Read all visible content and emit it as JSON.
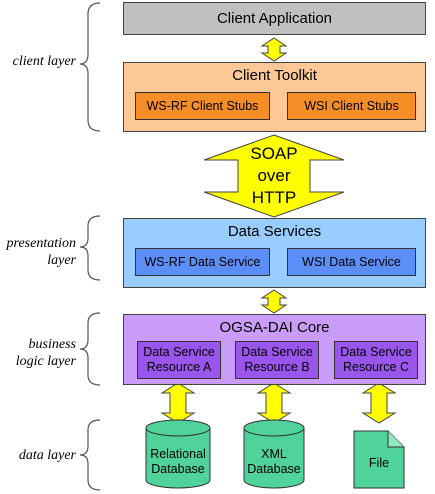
{
  "layers": {
    "client": "client layer",
    "presentation": "presentation\nlayer",
    "business": "business\nlogic layer",
    "data": "data layer"
  },
  "client_app": {
    "title": "Client Application"
  },
  "toolkit": {
    "title": "Client Toolkit",
    "stubs": [
      "WS-RF Client Stubs",
      "WSI Client Stubs"
    ]
  },
  "soap": {
    "lines": [
      "SOAP",
      "over",
      "HTTP"
    ]
  },
  "data_services": {
    "title": "Data Services",
    "items": [
      "WS-RF Data Service",
      "WSI Data Service"
    ]
  },
  "core": {
    "title": "OGSA-DAI Core",
    "resources": [
      "Data Service\nResource A",
      "Data Service\nResource B",
      "Data Service\nResource C"
    ]
  },
  "stores": {
    "relational": "Relational\nDatabase",
    "xml": "XML\nDatabase",
    "file": "File"
  },
  "colors": {
    "client_app": "#c0c0c0",
    "toolkit": "#fcc896",
    "stub": "#f68e28",
    "services": "#99ccff",
    "service_item": "#5b8ef6",
    "core": "#c89cf8",
    "resource": "#9a55ec",
    "database": "#4fd39a",
    "arrow": "#ffff00"
  }
}
